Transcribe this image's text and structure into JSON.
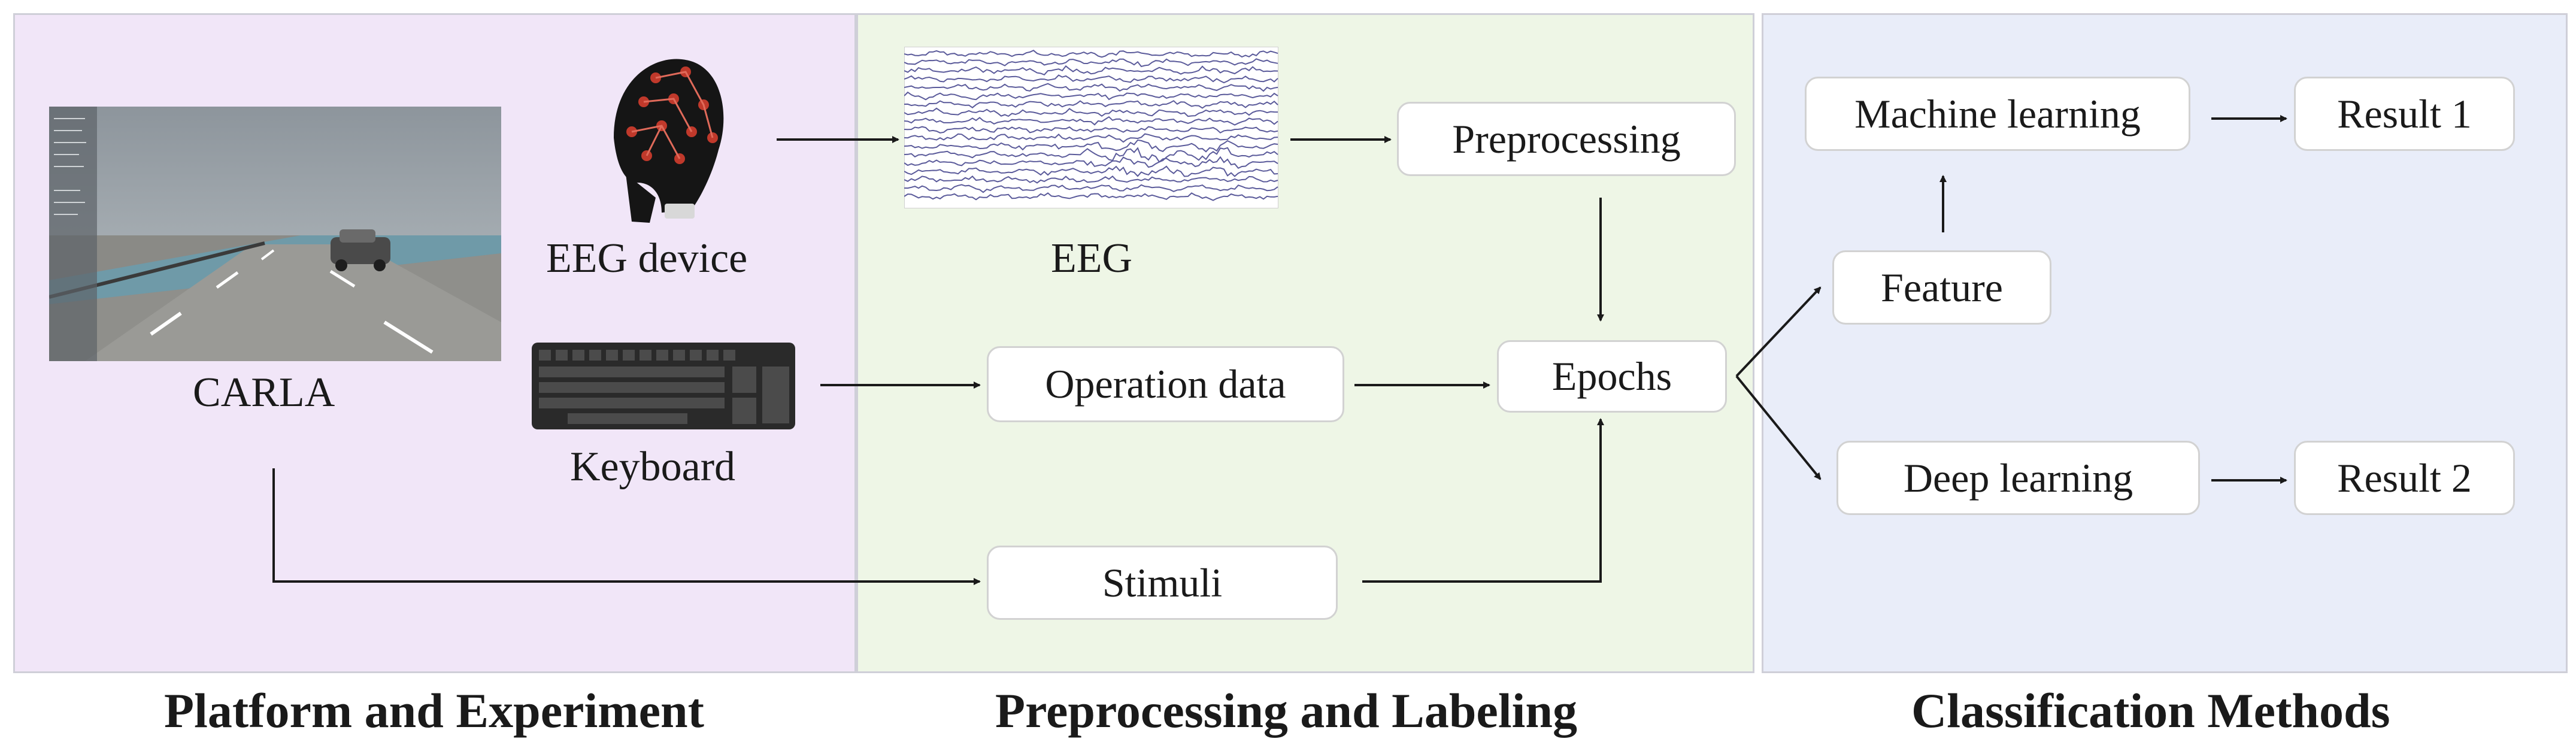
{
  "sections": {
    "platform": "Platform and Experiment",
    "preprocessing": "Preprocessing and Labeling",
    "classification": "Classification Methods"
  },
  "platform": {
    "carla_label": "CARLA",
    "eeg_device_label": "EEG device",
    "keyboard_label": "Keyboard"
  },
  "preprocessing": {
    "eeg_label": "EEG",
    "preprocessing_box": "Preprocessing",
    "operation_box": "Operation data",
    "stimuli_box": "Stimuli",
    "epochs_box": "Epochs"
  },
  "classification": {
    "feature_box": "Feature",
    "ml_box": "Machine learning",
    "dl_box": "Deep learning",
    "result1_box": "Result 1",
    "result2_box": "Result 2"
  },
  "colors": {
    "panel_platform": "#f1e6f8",
    "panel_preprocessing": "#eef6e6",
    "panel_classification": "#e9edf9",
    "eeg_trace": "#5a5a9a"
  }
}
